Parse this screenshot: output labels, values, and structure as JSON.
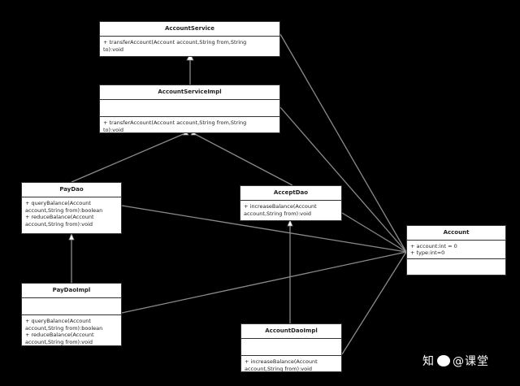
{
  "diagram": {
    "type": "UML class diagram",
    "background": "#000000",
    "classes": {
      "account_service": {
        "name": "AccountService",
        "attributes": [],
        "operations": [
          "+ transferAccount(Account account,String from,String",
          "to):void"
        ]
      },
      "account_service_impl": {
        "name": "AccountServiceImpl",
        "attributes": [],
        "operations": [
          "+ transferAccount(Account account,String from,String",
          "to):void"
        ]
      },
      "pay_dao": {
        "name": "PayDao",
        "attributes": [],
        "operations": [
          "+ queryBalance(Account",
          "account,String from):boolean",
          "+ reduceBalance(Account",
          "account,String from):void"
        ]
      },
      "accept_dao": {
        "name": "AcceptDao",
        "attributes": [],
        "operations": [
          "+ increaseBalance(Account",
          "account,String from):void"
        ]
      },
      "pay_dao_impl": {
        "name": "PayDaoImpl",
        "attributes": [],
        "operations": [
          "+ queryBalance(Account",
          "account,String from):boolean",
          "+ reduceBalance(Account",
          "account,String from):void"
        ]
      },
      "account_dao_impl": {
        "name": "AccountDaoImpl",
        "attributes": [],
        "operations": [
          "+ increaseBalance(Account",
          "account,String from):void"
        ]
      },
      "account": {
        "name": "Account",
        "attributes": [
          "+ account:int = 0",
          "+ type:int=0"
        ],
        "operations": []
      }
    },
    "relations": [
      {
        "from": "AccountServiceImpl",
        "to": "AccountService",
        "kind": "realization"
      },
      {
        "from": "AccountServiceImpl",
        "to": "PayDao",
        "kind": "association"
      },
      {
        "from": "AccountServiceImpl",
        "to": "AcceptDao",
        "kind": "association"
      },
      {
        "from": "PayDaoImpl",
        "to": "PayDao",
        "kind": "realization"
      },
      {
        "from": "AccountDaoImpl",
        "to": "AcceptDao",
        "kind": "realization"
      },
      {
        "from": "AccountService",
        "to": "Account",
        "kind": "dependency"
      },
      {
        "from": "AccountServiceImpl",
        "to": "Account",
        "kind": "dependency"
      },
      {
        "from": "PayDao",
        "to": "Account",
        "kind": "dependency"
      },
      {
        "from": "AcceptDao",
        "to": "Account",
        "kind": "dependency"
      },
      {
        "from": "PayDaoImpl",
        "to": "Account",
        "kind": "dependency"
      },
      {
        "from": "AccountDaoImpl",
        "to": "Account",
        "kind": "dependency"
      }
    ]
  },
  "watermark": {
    "text_left": "知",
    "text_right": "@课堂"
  }
}
